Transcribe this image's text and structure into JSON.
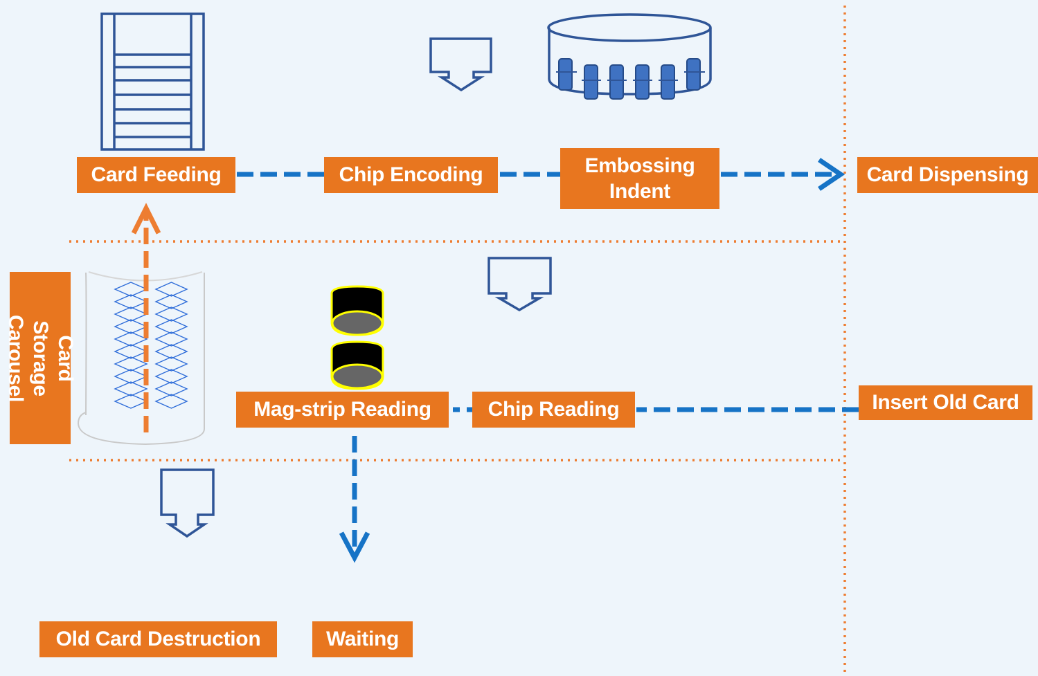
{
  "diagram": {
    "title": "",
    "colors": {
      "background": "#eef5fb",
      "label_fill": "#e8761f",
      "label_text": "#ffffff",
      "flow_arrow": "#1673c6",
      "carousel_arrow": "#ed7d31",
      "divider": "#ed7d31",
      "icon_outline": "#2f5597",
      "roller_body": "#000000",
      "roller_outline": "#ffff00",
      "roller_face": "#666666"
    },
    "nodes": {
      "card_feeding": "Card Feeding",
      "chip_encoding": "Chip Encoding",
      "embossing_indent": "Embossing\nIndent",
      "card_dispensing": "Card Dispensing",
      "card_storage_carousel": "Card Storage\nCarousel",
      "mag_strip_reading": "Mag-strip Reading",
      "chip_reading": "Chip Reading",
      "insert_old_card": "Insert Old Card",
      "old_card_destruction": "Old Card Destruction",
      "waiting": "Waiting"
    },
    "edges": [
      {
        "from": "card_feeding",
        "to": "chip_encoding"
      },
      {
        "from": "chip_encoding",
        "to": "embossing_indent"
      },
      {
        "from": "embossing_indent",
        "to": "card_dispensing"
      },
      {
        "from": "card_storage_carousel",
        "to": "card_feeding"
      },
      {
        "from": "insert_old_card",
        "to": "chip_reading"
      },
      {
        "from": "chip_reading",
        "to": "mag_strip_reading"
      },
      {
        "from": "mag_strip_reading",
        "to": "waiting"
      }
    ],
    "icons": [
      "card-hopper-icon",
      "chip-encoder-icon",
      "embossing-drum-icon",
      "card-carousel-icon",
      "mag-strip-roller-icon",
      "chip-reader-icon",
      "card-shredder-icon"
    ]
  }
}
